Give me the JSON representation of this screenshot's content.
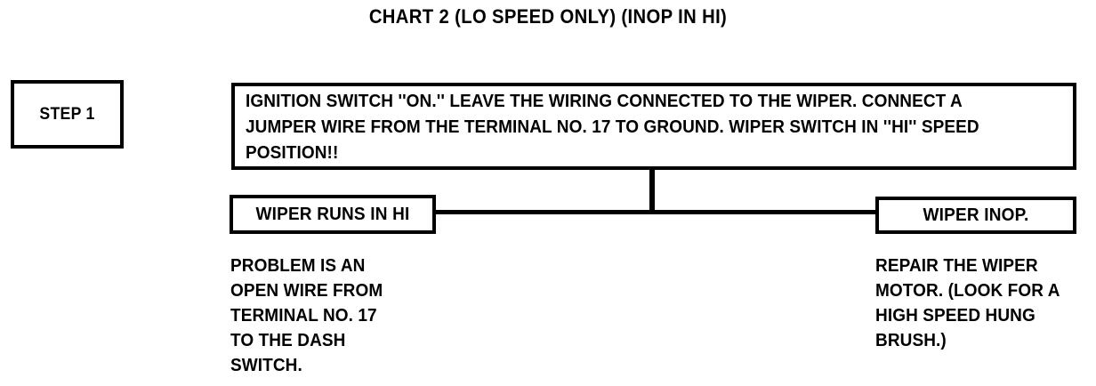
{
  "title": "CHART 2 (LO SPEED ONLY) (INOP IN HI)",
  "step": {
    "label": "STEP 1"
  },
  "instruction": {
    "text": "IGNITION SWITCH ''ON.'' LEAVE THE WIRING CONNECTED TO THE WIPER. CONNECT A JUMPER WIRE FROM THE TERMINAL NO. 17 TO GROUND. WIPER SWITCH IN ''HI'' SPEED POSITION!!"
  },
  "branches": {
    "left": {
      "result_label": "WIPER RUNS IN HI",
      "outcome_text": "PROBLEM IS AN\nOPEN WIRE FROM\nTERMINAL NO. 17\nTO THE DASH\nSWITCH."
    },
    "right": {
      "result_label": "WIPER INOP.",
      "outcome_text": "REPAIR THE WIPER\nMOTOR. (LOOK FOR A\nHIGH SPEED HUNG\nBRUSH.)"
    }
  },
  "colors": {
    "ink": "#000000",
    "paper": "#ffffff"
  }
}
